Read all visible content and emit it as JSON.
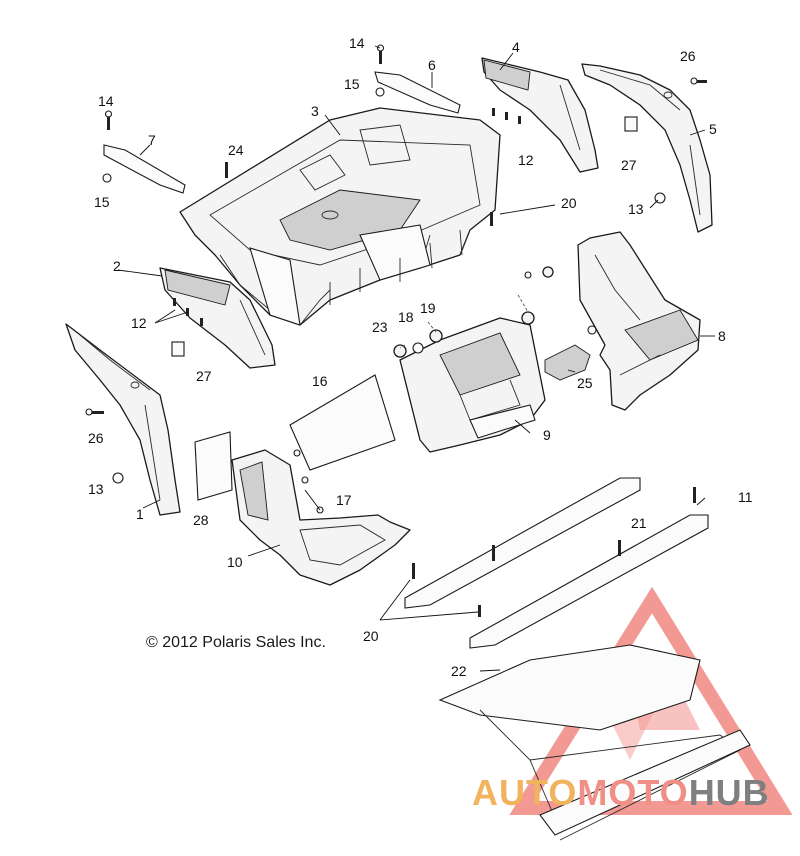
{
  "copyright": "© 2012 Polaris Sales Inc.",
  "watermark": {
    "part1": "AUTO",
    "part2": "MOTO",
    "part3": "HUB",
    "colors": {
      "auto": "#f2b35e",
      "moto": "#ef8f86",
      "hub": "#7f7f7f",
      "triangle": "#e8463c"
    }
  },
  "callouts": {
    "c14a": "14",
    "c14b": "14",
    "c15a": "15",
    "c15b": "15",
    "c6": "6",
    "c4": "4",
    "c26a": "26",
    "c3": "3",
    "c7": "7",
    "c24": "24",
    "c12a": "12",
    "c5": "5",
    "c27a": "27",
    "c20a": "20",
    "c13a": "13",
    "c2": "2",
    "c12b": "12",
    "c23": "23",
    "c18": "18",
    "c19": "19",
    "c8": "8",
    "c27b": "27",
    "c25": "25",
    "c16": "16",
    "c9": "9",
    "c26b": "26",
    "c17": "17",
    "c13b": "13",
    "c1": "1",
    "c28": "28",
    "c11": "11",
    "c21": "21",
    "c10": "10",
    "c20b": "20",
    "c22": "22"
  }
}
